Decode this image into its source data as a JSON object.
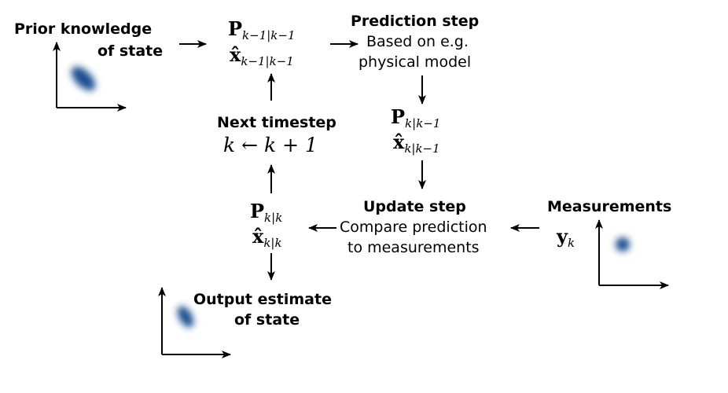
{
  "prior": {
    "line1": "Prior knowledge",
    "line2": "of state"
  },
  "prior_state": {
    "P": "P",
    "P_sub": "k−1|k−1",
    "x": "x̂",
    "x_sub": "k−1|k−1"
  },
  "prediction": {
    "title": "Prediction step",
    "line1": "Based on e.g.",
    "line2": "physical model"
  },
  "predicted_state": {
    "P": "P",
    "P_sub": "k|k−1",
    "x": "x̂",
    "x_sub": "k|k−1"
  },
  "next": {
    "title": "Next timestep",
    "k": "k",
    "arrow": "←",
    "k_plus": "k + 1"
  },
  "update": {
    "title": "Update step",
    "line1": "Compare prediction",
    "line2": "to measurements"
  },
  "updated_state": {
    "P": "P",
    "P_sub": "k|k",
    "x": "x̂",
    "x_sub": "k|k"
  },
  "measurements": {
    "title": "Measurements",
    "y": "y",
    "y_sub": "k"
  },
  "output": {
    "line1": "Output estimate",
    "line2": "of state"
  },
  "colors": {
    "blob": "#1c4f8f",
    "ink": "#000000",
    "background": "#ffffff"
  }
}
